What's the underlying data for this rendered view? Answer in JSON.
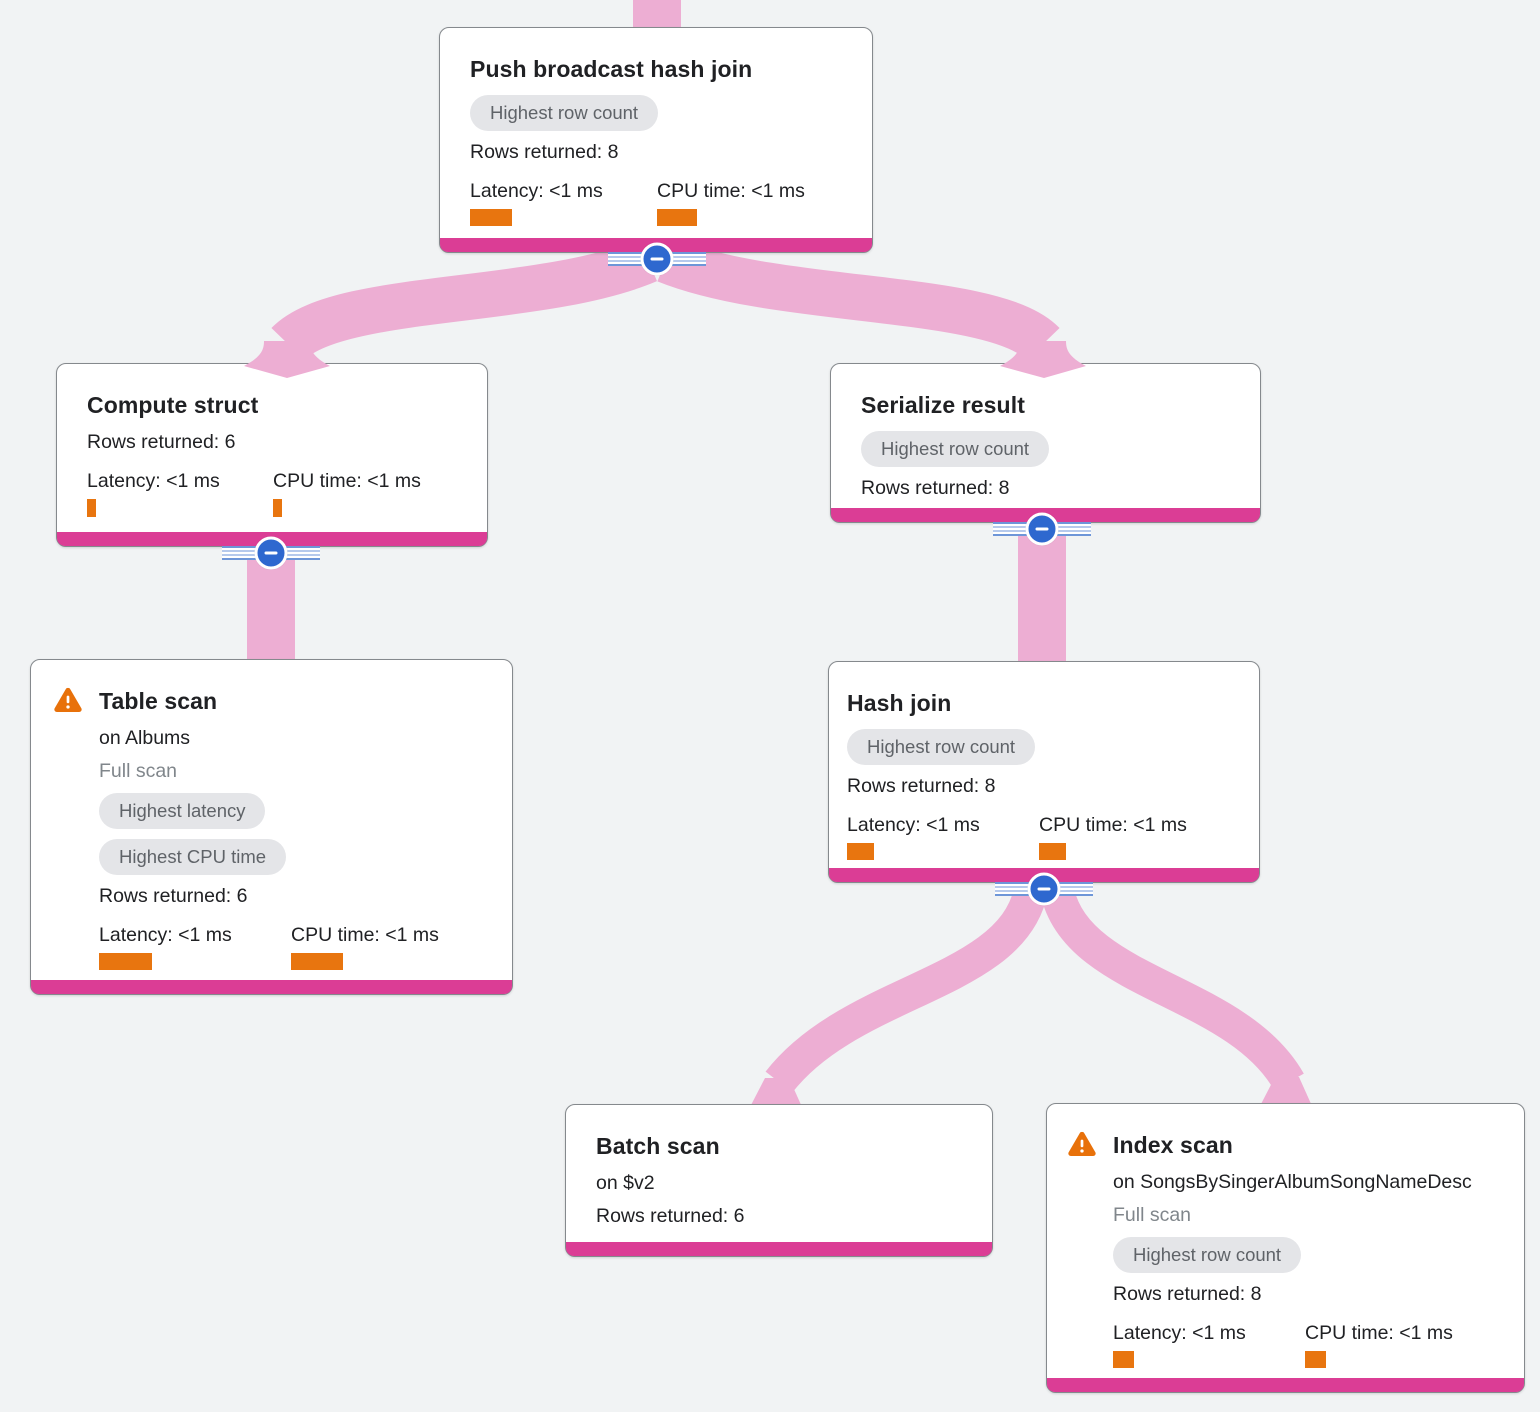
{
  "diagram": {
    "kind": "query-execution-plan-tree",
    "colors": {
      "canvas_bg": "#f1f3f4",
      "flow_ribbon_pink": "#edaed3",
      "node_bottom_bar_magenta": "#db3d95",
      "metric_bar_orange": "#e8750f",
      "warning_orange": "#e8710a",
      "collapse_button_blue": "#2e68cf",
      "badge_bg": "#e4e5e8",
      "badge_text": "#5f6368",
      "text": "#202124",
      "muted_text": "#80868b",
      "node_border": "#85898d"
    },
    "icons": {
      "collapse": "minus-in-circle",
      "warning": "exclamation-triangle"
    }
  },
  "nodes": [
    {
      "title": "Push broadcast hash join",
      "badges": [
        "Highest row count"
      ],
      "rows": "Rows returned: 8",
      "latency_label": "Latency: <1 ms",
      "cpu_label": "CPU time: <1 ms",
      "latency_bar": "42px",
      "cpu_bar": "40px"
    },
    {
      "title": "Compute struct",
      "rows": "Rows returned: 6",
      "latency_label": "Latency: <1 ms",
      "cpu_label": "CPU time: <1 ms",
      "latency_bar": "9px",
      "cpu_bar": "9px"
    },
    {
      "title": "Serialize result",
      "badges": [
        "Highest row count"
      ],
      "rows": "Rows returned: 8"
    },
    {
      "title": "Table scan",
      "subtitle": "on Albums",
      "scan_type": "Full scan",
      "badges": [
        "Highest latency",
        "Highest CPU time"
      ],
      "rows": "Rows returned: 6",
      "latency_label": "Latency: <1 ms",
      "cpu_label": "CPU time: <1 ms",
      "latency_bar": "53px",
      "cpu_bar": "52px"
    },
    {
      "title": "Hash join",
      "badges": [
        "Highest row count"
      ],
      "rows": "Rows returned: 8",
      "latency_label": "Latency: <1 ms",
      "cpu_label": "CPU time: <1 ms",
      "latency_bar": "27px",
      "cpu_bar": "27px"
    },
    {
      "title": "Batch scan",
      "subtitle": "on $v2",
      "rows": "Rows returned: 6"
    },
    {
      "title": "Index scan",
      "subtitle": "on SongsBySingerAlbumSongNameDesc",
      "scan_type": "Full scan",
      "badges": [
        "Highest row count"
      ],
      "rows": "Rows returned: 8",
      "latency_label": "Latency: <1 ms",
      "cpu_label": "CPU time: <1 ms",
      "latency_bar": "21px",
      "cpu_bar": "21px"
    }
  ]
}
